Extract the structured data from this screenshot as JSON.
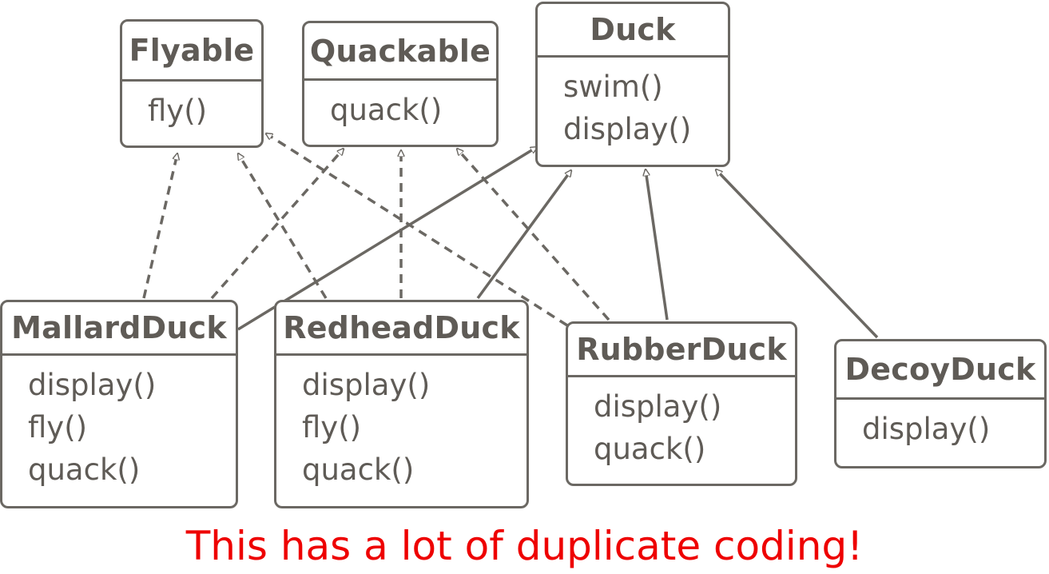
{
  "classes": {
    "flyable": {
      "name": "Flyable",
      "methods": [
        "fly()"
      ]
    },
    "quackable": {
      "name": "Quackable",
      "methods": [
        "quack()"
      ]
    },
    "duck": {
      "name": "Duck",
      "methods": [
        "swim()",
        "display()"
      ]
    },
    "mallard": {
      "name": "MallardDuck",
      "methods": [
        "display()",
        "fly()",
        "quack()"
      ]
    },
    "redhead": {
      "name": "RedheadDuck",
      "methods": [
        "display()",
        "fly()",
        "quack()"
      ]
    },
    "rubber": {
      "name": "RubberDuck",
      "methods": [
        "display()",
        "quack()"
      ]
    },
    "decoy": {
      "name": "DecoyDuck",
      "methods": [
        "display()"
      ]
    }
  },
  "relations": [
    {
      "from": "mallard",
      "to": "flyable",
      "kind": "implements"
    },
    {
      "from": "mallard",
      "to": "quackable",
      "kind": "implements"
    },
    {
      "from": "mallard",
      "to": "duck",
      "kind": "extends"
    },
    {
      "from": "redhead",
      "to": "flyable",
      "kind": "implements"
    },
    {
      "from": "redhead",
      "to": "quackable",
      "kind": "implements"
    },
    {
      "from": "redhead",
      "to": "duck",
      "kind": "extends"
    },
    {
      "from": "rubber",
      "to": "flyable",
      "kind": "implements"
    },
    {
      "from": "rubber",
      "to": "quackable",
      "kind": "implements"
    },
    {
      "from": "rubber",
      "to": "duck",
      "kind": "extends"
    },
    {
      "from": "decoy",
      "to": "duck",
      "kind": "extends"
    }
  ],
  "caption": "This has a lot of duplicate coding!",
  "colors": {
    "box_stroke": "#6b6863",
    "text": "#5f5b56",
    "caption": "#ee0000"
  }
}
